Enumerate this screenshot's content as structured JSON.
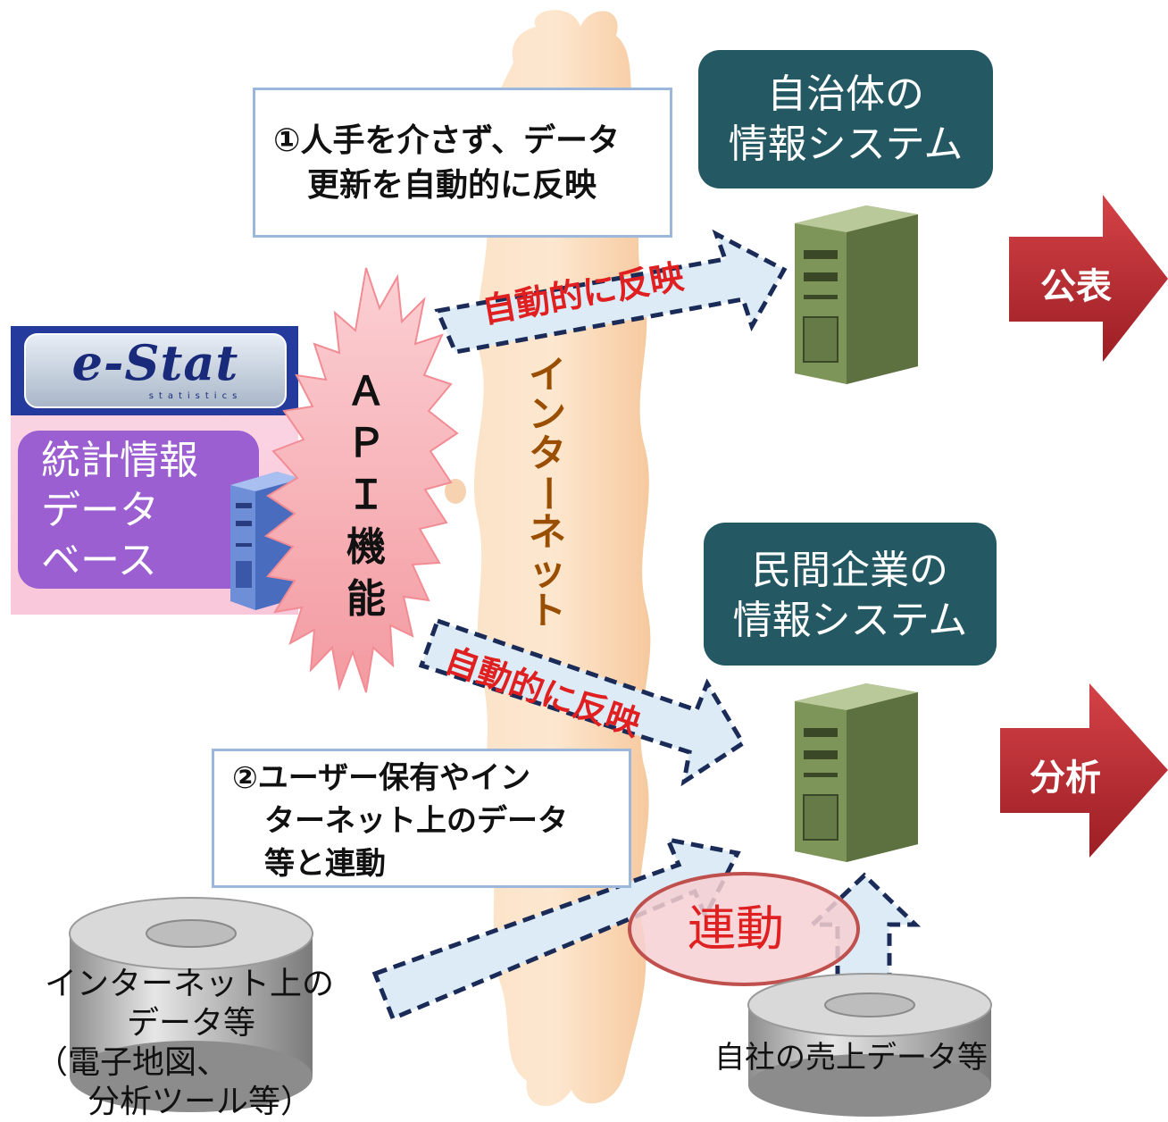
{
  "callouts": {
    "one": {
      "line1": "①人手を介さず、データ",
      "line2": "更新を自動的に反映"
    },
    "two": {
      "line1": "②ユーザー保有やイン",
      "line2": "ターネット上のデータ",
      "line3": "等と連動"
    }
  },
  "estat": {
    "logo": "e-Stat",
    "logo_sub": "statistics",
    "db_line1": "統計情報",
    "db_line2": "データ",
    "db_line3": "ベース"
  },
  "api": {
    "chars": [
      "Ａ",
      "Ｐ",
      "Ｉ",
      "機",
      "能"
    ]
  },
  "internet": {
    "chars": [
      "イ",
      "ン",
      "タ",
      "ー",
      "ネ",
      "ッ",
      "ト"
    ]
  },
  "arrows": {
    "top_label": "自動的に反映",
    "mid_label": "自動的に反映"
  },
  "systems": {
    "local_gov": {
      "line1": "自治体の",
      "line2": "情報システム",
      "output": "公表"
    },
    "private": {
      "line1": "民間企業の",
      "line2": "情報システム",
      "output": "分析"
    }
  },
  "link": {
    "label": "連動"
  },
  "sources": {
    "internet_data": {
      "line1": "インターネット上の",
      "line2": "データ等",
      "line3": "（電子地図、",
      "line4": "分析ツール等）"
    },
    "company_data": {
      "line1": "自社の売上データ等"
    }
  },
  "colors": {
    "system_box": "#245963",
    "output_arrow": "#b8282e",
    "api_burst": "#f6a3a8",
    "estat_db": "#9b5fd1",
    "arrow_fill": "#dcebf5",
    "arrow_border": "#1b2b58",
    "label_red": "#e02020",
    "internet_text": "#9a4e00"
  }
}
